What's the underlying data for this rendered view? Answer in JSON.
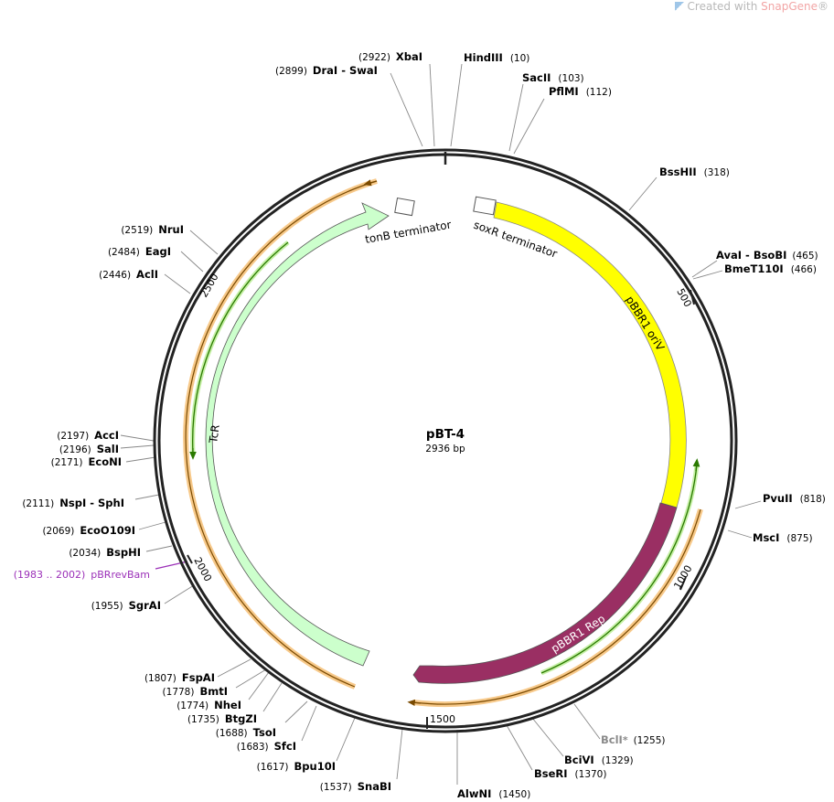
{
  "watermark": {
    "prefix": "Created with ",
    "brand": "SnapGene",
    "suffix": "®"
  },
  "plasmid": {
    "name": "pBT-4",
    "size_label": "2936 bp",
    "length": 2936
  },
  "ticks": [
    "500",
    "1000",
    "1500",
    "2000",
    "2500"
  ],
  "features": [
    {
      "id": "pbbr1-oriv",
      "label": "pBBR1 oriV",
      "color": "#ffff00"
    },
    {
      "id": "pbbr1-rep",
      "label": "pBBR1 Rep",
      "color": "#9a2f63"
    },
    {
      "id": "tcr",
      "label": "TcR",
      "color": "#ccffcc"
    },
    {
      "id": "tonb-terminator",
      "label": "tonB terminator",
      "color": "#ffffff"
    },
    {
      "id": "soxr-terminator",
      "label": "soxR terminator",
      "color": "#ffffff"
    }
  ],
  "sites": [
    {
      "name": "XbaI",
      "pos": "(2922)"
    },
    {
      "name": "DraI",
      "name2": "SwaI",
      "pos": "(2899)"
    },
    {
      "name": "HindIII",
      "pos": "(10)"
    },
    {
      "name": "SacII",
      "pos": "(103)"
    },
    {
      "name": "PflMI",
      "pos": "(112)"
    },
    {
      "name": "BssHII",
      "pos": "(318)"
    },
    {
      "name": "AvaI",
      "name2": "BsoBI",
      "pos": "(465)"
    },
    {
      "name": "BmeT110I",
      "pos": "(466)"
    },
    {
      "name": "PvuII",
      "pos": "(818)"
    },
    {
      "name": "MscI",
      "pos": "(875)"
    },
    {
      "name": "BclI",
      "star": "*",
      "pos": "(1255)"
    },
    {
      "name": "BciVI",
      "pos": "(1329)"
    },
    {
      "name": "BseRI",
      "pos": "(1370)"
    },
    {
      "name": "AlwNI",
      "pos": "(1450)"
    },
    {
      "name": "SnaBI",
      "pos": "(1537)"
    },
    {
      "name": "Bpu10I",
      "pos": "(1617)"
    },
    {
      "name": "SfcI",
      "pos": "(1683)"
    },
    {
      "name": "TsoI",
      "pos": "(1688)"
    },
    {
      "name": "BtgZI",
      "pos": "(1735)"
    },
    {
      "name": "NheI",
      "pos": "(1774)"
    },
    {
      "name": "BmtI",
      "pos": "(1778)"
    },
    {
      "name": "FspAI",
      "pos": "(1807)"
    },
    {
      "name": "SgrAI",
      "pos": "(1955)"
    },
    {
      "name": "BspHI",
      "pos": "(2034)"
    },
    {
      "name": "EcoO109I",
      "pos": "(2069)"
    },
    {
      "name": "NspI",
      "name2": "SphI",
      "pos": "(2111)"
    },
    {
      "name": "EcoNI",
      "pos": "(2171)"
    },
    {
      "name": "SalI",
      "pos": "(2196)"
    },
    {
      "name": "AccI",
      "pos": "(2197)"
    },
    {
      "name": "AclI",
      "pos": "(2446)"
    },
    {
      "name": "EagI",
      "pos": "(2484)"
    },
    {
      "name": "NruI",
      "pos": "(2519)"
    }
  ],
  "primer": {
    "range": "(1983 .. 2002)",
    "name": "pBRrevBam",
    "color": "#9b30b8"
  }
}
